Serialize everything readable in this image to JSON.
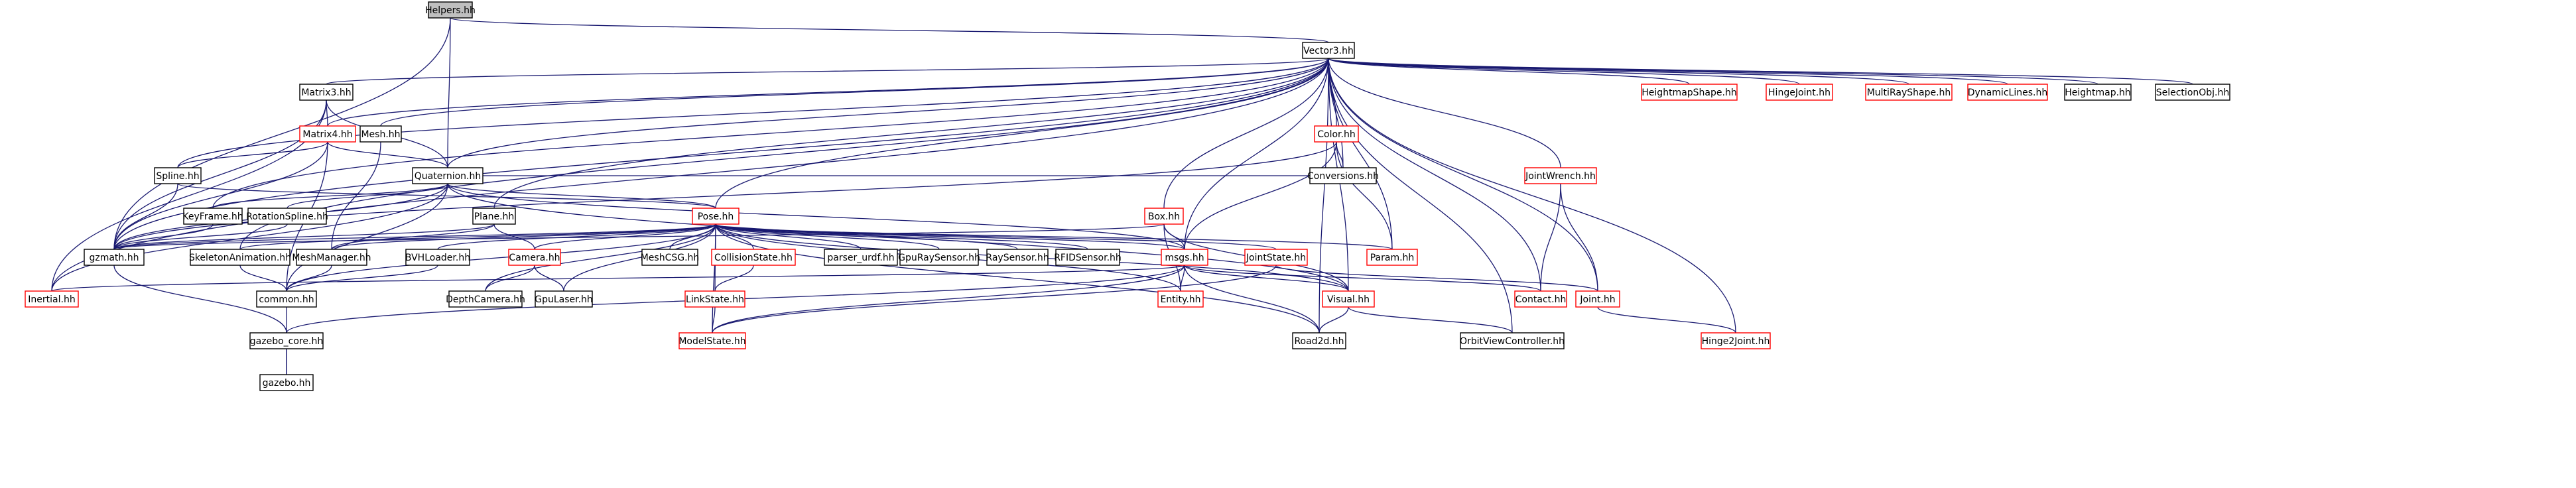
{
  "diagram": {
    "type": "include dependency graph",
    "colors": {
      "edge": "#191970",
      "normal_border": "#000000",
      "red_border": "#ff0000",
      "root_fill": "#bfbfbf"
    },
    "nodes": [
      {
        "id": "helpers",
        "label": "Helpers.hh",
        "style": "root"
      },
      {
        "id": "vector3",
        "label": "Vector3.hh",
        "style": "normal"
      },
      {
        "id": "matrix3",
        "label": "Matrix3.hh",
        "style": "normal"
      },
      {
        "id": "matrix4",
        "label": "Matrix4.hh",
        "style": "red"
      },
      {
        "id": "mesh",
        "label": "Mesh.hh",
        "style": "normal"
      },
      {
        "id": "spline",
        "label": "Spline.hh",
        "style": "normal"
      },
      {
        "id": "quaternion",
        "label": "Quaternion.hh",
        "style": "normal"
      },
      {
        "id": "keyframe",
        "label": "KeyFrame.hh",
        "style": "normal"
      },
      {
        "id": "rotationspline",
        "label": "RotationSpline.hh",
        "style": "normal"
      },
      {
        "id": "plane",
        "label": "Plane.hh",
        "style": "normal"
      },
      {
        "id": "pose",
        "label": "Pose.hh",
        "style": "red"
      },
      {
        "id": "box",
        "label": "Box.hh",
        "style": "red"
      },
      {
        "id": "color",
        "label": "Color.hh",
        "style": "red"
      },
      {
        "id": "conversions",
        "label": "Conversions.hh",
        "style": "normal"
      },
      {
        "id": "gzmath",
        "label": "gzmath.hh",
        "style": "normal"
      },
      {
        "id": "skeletonanimation",
        "label": "SkeletonAnimation.hh",
        "style": "normal"
      },
      {
        "id": "meshmanager",
        "label": "MeshManager.hh",
        "style": "normal"
      },
      {
        "id": "bvhloader",
        "label": "BVHLoader.hh",
        "style": "normal"
      },
      {
        "id": "camera",
        "label": "Camera.hh",
        "style": "red"
      },
      {
        "id": "meshcsg",
        "label": "MeshCSG.hh",
        "style": "normal"
      },
      {
        "id": "collisionstate",
        "label": "CollisionState.hh",
        "style": "red"
      },
      {
        "id": "parserurdf",
        "label": "parser_urdf.hh",
        "style": "normal"
      },
      {
        "id": "gpuraysensor",
        "label": "GpuRaySensor.hh",
        "style": "normal"
      },
      {
        "id": "raysensor",
        "label": "RaySensor.hh",
        "style": "normal"
      },
      {
        "id": "rfidsensor",
        "label": "RFIDSensor.hh",
        "style": "normal"
      },
      {
        "id": "msgs",
        "label": "msgs.hh",
        "style": "red"
      },
      {
        "id": "jointstate",
        "label": "JointState.hh",
        "style": "red"
      },
      {
        "id": "param",
        "label": "Param.hh",
        "style": "red"
      },
      {
        "id": "inertial",
        "label": "Inertial.hh",
        "style": "red"
      },
      {
        "id": "common",
        "label": "common.hh",
        "style": "normal"
      },
      {
        "id": "depthcamera",
        "label": "DepthCamera.hh",
        "style": "normal"
      },
      {
        "id": "gpulaser",
        "label": "GpuLaser.hh",
        "style": "normal"
      },
      {
        "id": "linkstate",
        "label": "LinkState.hh",
        "style": "red"
      },
      {
        "id": "entity",
        "label": "Entity.hh",
        "style": "red"
      },
      {
        "id": "visual",
        "label": "Visual.hh",
        "style": "red"
      },
      {
        "id": "contact",
        "label": "Contact.hh",
        "style": "red"
      },
      {
        "id": "jointwrench",
        "label": "JointWrench.hh",
        "style": "red"
      },
      {
        "id": "joint",
        "label": "Joint.hh",
        "style": "red"
      },
      {
        "id": "gazebocore",
        "label": "gazebo_core.hh",
        "style": "normal"
      },
      {
        "id": "modelstate",
        "label": "ModelState.hh",
        "style": "red"
      },
      {
        "id": "road2d",
        "label": "Road2d.hh",
        "style": "normal"
      },
      {
        "id": "orbitview",
        "label": "OrbitViewController.hh",
        "style": "normal"
      },
      {
        "id": "hinge2joint",
        "label": "Hinge2Joint.hh",
        "style": "red"
      },
      {
        "id": "gazebo",
        "label": "gazebo.hh",
        "style": "normal"
      },
      {
        "id": "heightmapshape",
        "label": "HeightmapShape.hh",
        "style": "red"
      },
      {
        "id": "hingejoint",
        "label": "HingeJoint.hh",
        "style": "red"
      },
      {
        "id": "multirayshape",
        "label": "MultiRayShape.hh",
        "style": "red"
      },
      {
        "id": "dynamiclines",
        "label": "DynamicLines.hh",
        "style": "red"
      },
      {
        "id": "heightmap",
        "label": "Heightmap.hh",
        "style": "normal"
      },
      {
        "id": "selectionobj",
        "label": "SelectionObj.hh",
        "style": "normal"
      }
    ]
  }
}
